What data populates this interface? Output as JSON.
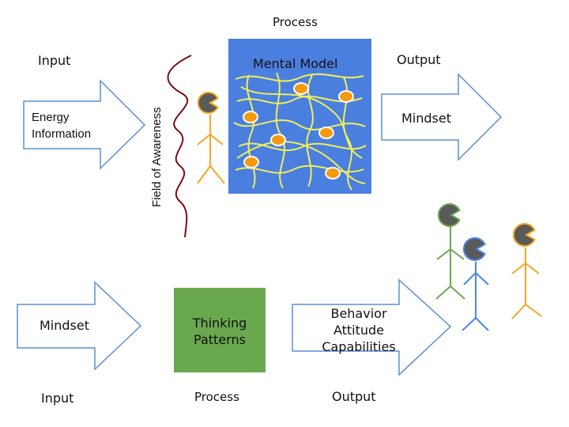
{
  "top_row": {
    "input_label": "Input",
    "process_label": "Process",
    "output_label": "Output",
    "input_arrow_lines": [
      "Energy",
      "Information"
    ],
    "field_label": "Field of Awareness",
    "model_title": "Mental Model",
    "output_arrow_label": "Mindset"
  },
  "bottom_row": {
    "input_arrow_label": "Mindset",
    "process_lines": [
      "Thinking",
      "Patterns"
    ],
    "output_arrow_lines": [
      "Behavior",
      "Attitude",
      "Capabilities"
    ],
    "input_label": "Input",
    "process_label": "Process",
    "output_label": "Output"
  },
  "colors": {
    "arrow_stroke": "#5b8fd6",
    "mental_model_fill": "#4a7fe0",
    "thread_color": "#f0ee58",
    "dot_fill": "#f59a0c",
    "dot_stroke": "#ffffff",
    "thinking_fill": "#6aa84f",
    "wave_color": "#7a0c12",
    "head_fill": "#5a5a5a",
    "figure_orange": "#f5a623",
    "figure_green": "#6aa84f",
    "figure_blue": "#4a86e8"
  }
}
